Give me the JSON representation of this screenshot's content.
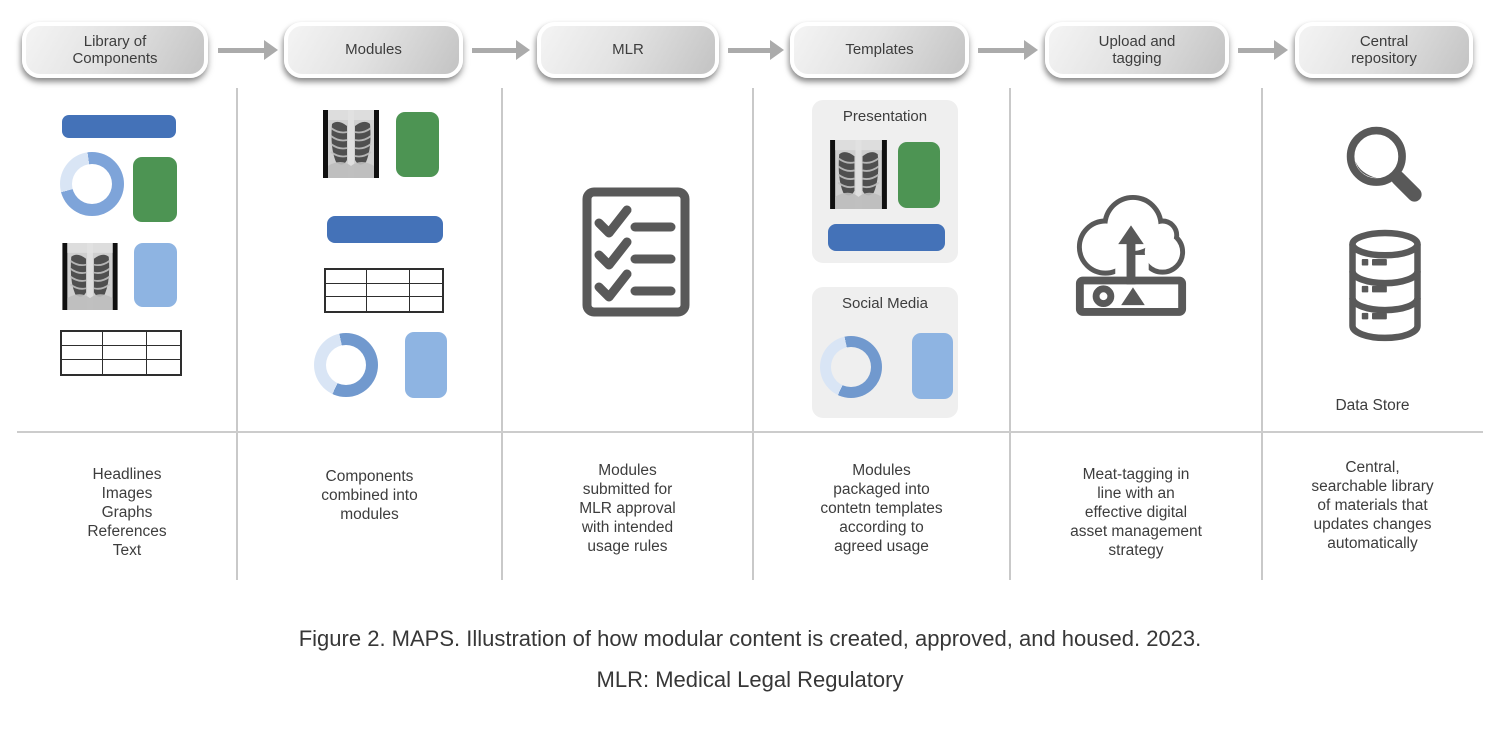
{
  "stages": [
    {
      "label": "Library of\nComponents",
      "description": "Headlines\nImages\nGraphs\nReferences\nText"
    },
    {
      "label": "Modules",
      "description": "Components\ncombined into\nmodules"
    },
    {
      "label": "MLR",
      "description": "Modules\nsubmitted for\nMLR approval\nwith intended\nusage rules"
    },
    {
      "label": "Templates",
      "description": "Modules\npackaged into\ncontetn templates\naccording to\nagreed usage",
      "cards": {
        "presentation": "Presentation",
        "social": "Social Media"
      }
    },
    {
      "label": "Upload and\ntagging",
      "description": "Meat-tagging in\nline with an\neffective digital\nasset management\nstrategy"
    },
    {
      "label": "Central\nrepository",
      "description": "Central,\nsearchable library\nof materials that\nupdates changes\nautomatically",
      "data_store_label": "Data Store"
    }
  ],
  "caption": {
    "line1": "Figure 2. MAPS. Illustration of how modular content is created, approved, and housed. 2023.",
    "line2": "MLR: Medical Legal Regulatory"
  },
  "icons": {
    "arrow": "arrow-right-icon",
    "checklist": "checklist-icon",
    "cloud_upload": "cloud-upload-icon",
    "search": "search-icon",
    "database": "database-icon",
    "xray": "xray-image",
    "donut": "donut-chart-shape"
  },
  "colors": {
    "blue": "#4472b8",
    "blue_medium": "#7199ce",
    "blue_light": "#d9e5f5",
    "blue_pale": "#8eb4e2",
    "green": "#4d9453",
    "icon_gray": "#595959",
    "divider_gray": "#c9c9c9",
    "card_gray": "#efefef",
    "text": "#3d3d3d"
  }
}
